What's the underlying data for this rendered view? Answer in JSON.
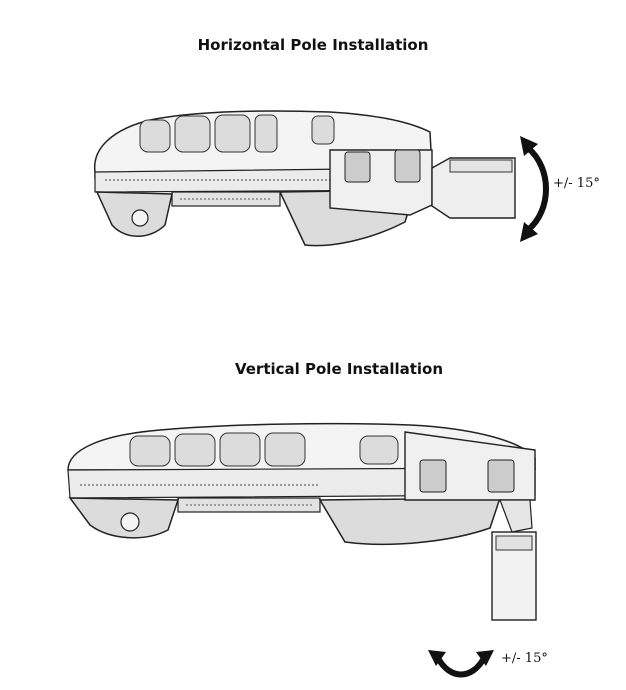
{
  "horizontal": {
    "title": "Horizontal Pole Installation",
    "angle_label": "+/- 15°"
  },
  "vertical": {
    "title": "Vertical Pole Installation",
    "angle_label": "+/- 15°"
  },
  "colors": {
    "line": "#222222",
    "fill_light": "#f4f4f4",
    "fill_mid": "#dcdcdc",
    "fill_dark": "#bbbbbb",
    "arrow": "#111111"
  }
}
